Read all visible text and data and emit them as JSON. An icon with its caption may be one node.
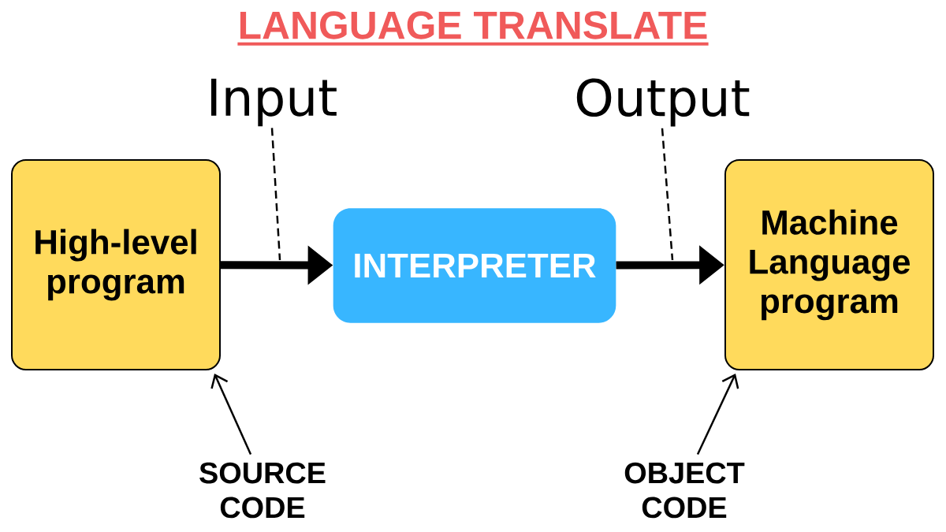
{
  "diagram": {
    "title": "LANGUAGE TRANSLATE",
    "nodes": [
      {
        "text": [
          "High-level program"
        ]
      },
      {
        "text": [
          "INTERPRETER"
        ]
      },
      {
        "text": [
          "Machine Language program"
        ]
      },
      {
        "text": [
          "Input"
        ]
      },
      {
        "text": [
          "Output"
        ]
      },
      {
        "text": [
          "SOURCE CODE"
        ]
      },
      {
        "text": [
          "OBJECT CODE"
        ]
      }
    ],
    "edges": [
      {
        "from": 0,
        "to": 1,
        "arrow": "to",
        "style": "thick"
      },
      {
        "from": 1,
        "to": 2,
        "arrow": "to",
        "style": "thick"
      },
      {
        "from": 3,
        "to": null,
        "arrow": "none",
        "style": "dashed"
      },
      {
        "from": 4,
        "to": null,
        "arrow": "none",
        "style": "dashed"
      },
      {
        "from": 5,
        "to": 0,
        "arrow": "to"
      },
      {
        "from": 6,
        "to": 2,
        "arrow": "to"
      }
    ]
  }
}
